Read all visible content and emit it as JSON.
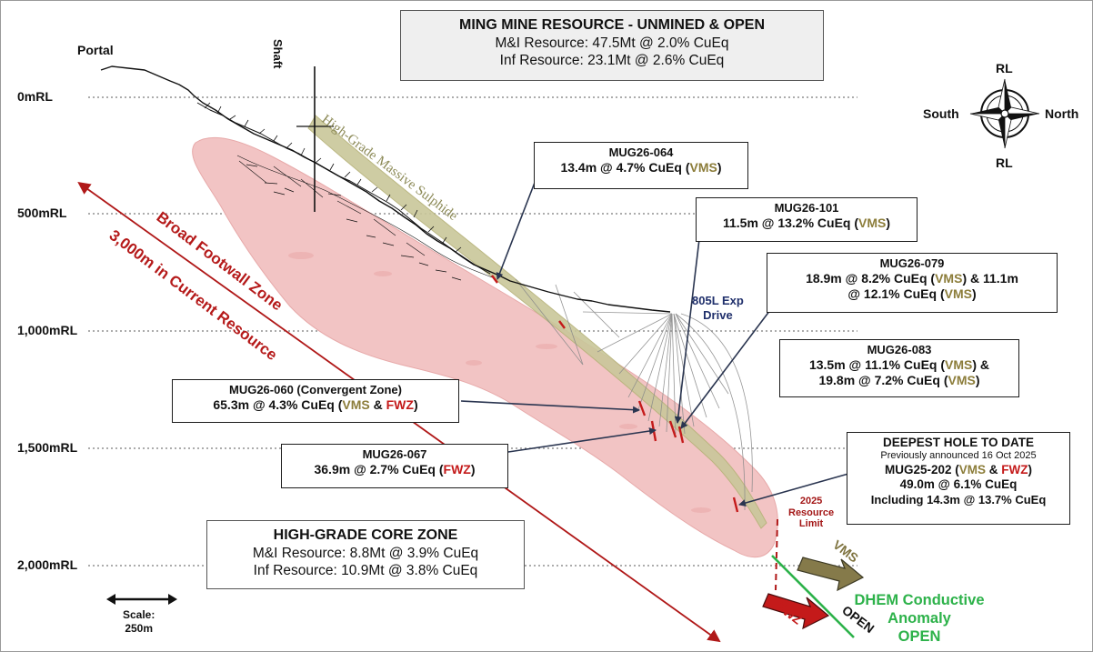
{
  "resource_top": {
    "title": "MING MINE RESOURCE - UNMINED & OPEN",
    "mi": "M&I Resource: 47.5Mt @ 2.0% CuEq",
    "inf": "Inf Resource: 23.1Mt @ 2.6% CuEq"
  },
  "resource_core": {
    "title": "HIGH-GRADE CORE ZONE",
    "mi": "M&I Resource: 8.8Mt @ 3.9% CuEq",
    "inf": "Inf Resource: 10.9Mt @ 3.8% CuEq"
  },
  "rl_levels": [
    "0mRL",
    "500mRL",
    "1,000mRL",
    "1,500mRL",
    "2,000mRL"
  ],
  "labels": {
    "portal": "Portal",
    "shaft": "Shaft",
    "hgms": "High-Grade Massive Sulphide",
    "broad_fw": "Broad Footwall Zone",
    "current_res": "3,000m in Current Resource",
    "drive_line1": "805L Exp",
    "drive_line2": "Drive",
    "res_limit_year": "2025",
    "res_limit_1": "Resource",
    "res_limit_2": "Limit",
    "vms_arrow": "VMS",
    "fwz_arrow": "FWZ",
    "open_small": "OPEN",
    "dhem_1": "DHEM Conductive",
    "dhem_2": "Anomaly",
    "dhem_3": "OPEN"
  },
  "compass": {
    "top": "RL",
    "bottom": "RL",
    "left": "South",
    "right": "North"
  },
  "scale": {
    "title": "Scale:",
    "value": "250m"
  },
  "intercepts": {
    "mug064": {
      "id": "MUG26-064",
      "pre": "13.4m @ 4.7% CuEq (",
      "vms": "VMS",
      "post": ")"
    },
    "mug101": {
      "id": "MUG26-101",
      "pre": "11.5m @ 13.2% CuEq (",
      "vms": "VMS",
      "post": ")"
    },
    "mug079": {
      "id": "MUG26-079",
      "l1_pre": "18.9m @ 8.2% CuEq (",
      "vms1": "VMS",
      "l1_post": ") & 11.1m",
      "l2_pre": "@ 12.1% CuEq (",
      "vms2": "VMS",
      "l2_post": ")"
    },
    "mug083": {
      "id": "MUG26-083",
      "l1_pre": "13.5m @ 11.1% CuEq (",
      "vms1": "VMS",
      "l1_post": ") &",
      "l2_pre": "19.8m @ 7.2% CuEq (",
      "vms2": "VMS",
      "l2_post": ")"
    },
    "mug060": {
      "id": "MUG26-060 (Convergent Zone)",
      "pre": "65.3m @ 4.3% CuEq (",
      "vms": "VMS",
      "amp": " & ",
      "fwz": "FWZ",
      "post": ")"
    },
    "mug067": {
      "id": "MUG26-067",
      "pre": "36.9m @ 2.7% CuEq (",
      "fwz": "FWZ",
      "post": ")"
    },
    "mug202": {
      "title": "DEEPEST HOLE TO DATE",
      "note": "Previously announced 16 Oct 2025",
      "id_pre": "MUG25-202 (",
      "vms": "VMS",
      "amp": " & ",
      "fwz": "FWZ",
      "id_post": ")",
      "v1": "49.0m @ 6.1% CuEq",
      "v2": "Including 14.3m @ 13.7% CuEq"
    }
  },
  "colors": {
    "ore_body": "#f2c4c4",
    "massive_sulphide": "#c9c79a",
    "red_accent": "#c41a1a",
    "vms_text": "#8c7d3a",
    "dhem_green": "#2db24a",
    "drive_blue": "#1f2f6b",
    "vms_arrow": "#857a4a"
  }
}
